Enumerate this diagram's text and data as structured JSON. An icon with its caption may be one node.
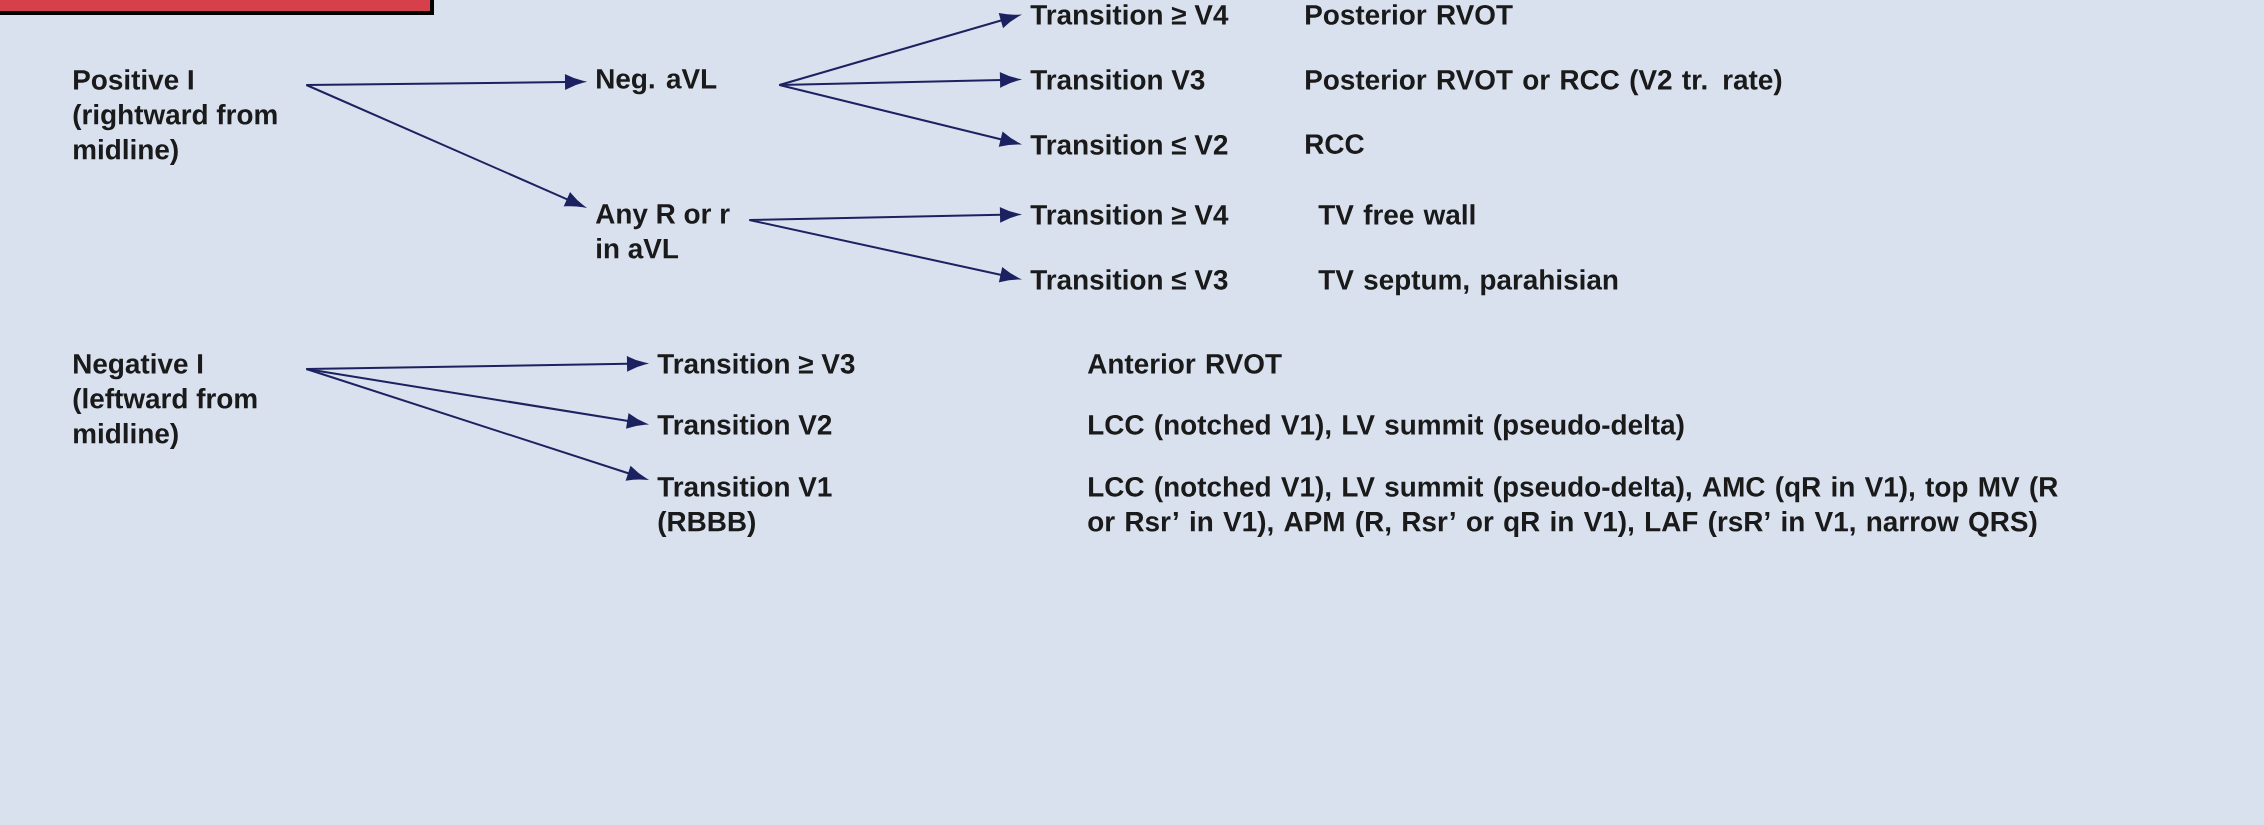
{
  "diagram": {
    "nodes": [
      {
        "text": [
          "Positive I (rightward from midline)"
        ]
      },
      {
        "text": [
          "Neg. aVL"
        ]
      },
      {
        "text": [
          "Any R or r in aVL"
        ]
      },
      {
        "text": [
          "Transition ≥ V4"
        ],
        "beside": [
          "Posterior RVOT"
        ]
      },
      {
        "text": [
          "Transition V3"
        ],
        "beside": [
          "Posterior RVOT or RCC (V2 tr. rate)"
        ]
      },
      {
        "text": [
          "Transition ≤ V2"
        ],
        "beside": [
          "RCC"
        ]
      },
      {
        "text": [
          "Transition ≥ V4"
        ],
        "beside": [
          "TV free wall"
        ]
      },
      {
        "text": [
          "Transition ≤ V3"
        ],
        "beside": [
          "TV septum, parahisian"
        ]
      },
      {
        "text": [
          "Negative I (leftward from midline)"
        ]
      },
      {
        "text": [
          "Transition ≥ V3"
        ],
        "beside": [
          "Anterior RVOT"
        ]
      },
      {
        "text": [
          "Transition V2"
        ],
        "beside": [
          "LCC (notched V1), LV summit (pseudo-delta)"
        ]
      },
      {
        "text": [
          "Transition V1 (RBBB)"
        ],
        "beside": [
          "LCC (notched V1), LV summit (pseudo-delta), AMC (qR in V1), top MV (R or Rsr’ in V1), APM (R, Rsr’ or qR in V1), LAF (rsR’ in V1, narrow QRS)"
        ]
      }
    ],
    "edges": [
      {
        "from": 0,
        "to": 1,
        "arrow": "to"
      },
      {
        "from": 0,
        "to": 2,
        "arrow": "to"
      },
      {
        "from": 1,
        "to": 3,
        "arrow": "to"
      },
      {
        "from": 1,
        "to": 4,
        "arrow": "to"
      },
      {
        "from": 1,
        "to": 5,
        "arrow": "to"
      },
      {
        "from": 2,
        "to": 6,
        "arrow": "to"
      },
      {
        "from": 2,
        "to": 7,
        "arrow": "to"
      },
      {
        "from": 8,
        "to": 9,
        "arrow": "to"
      },
      {
        "from": 8,
        "to": 10,
        "arrow": "to"
      },
      {
        "from": 8,
        "to": 11,
        "arrow": "to"
      }
    ]
  }
}
